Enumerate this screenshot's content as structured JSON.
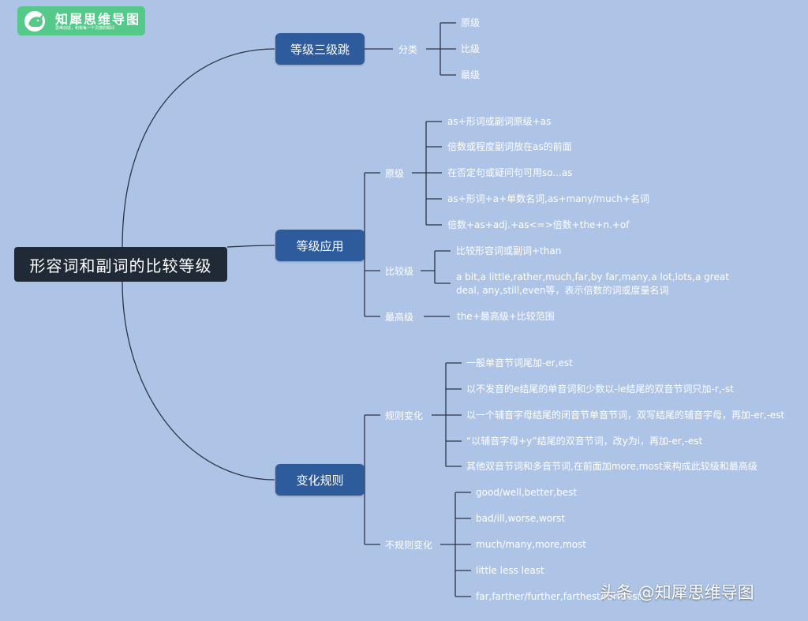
{
  "logo": {
    "title": "知犀思维导图",
    "slogan": "思维创造，积累每一个灵感的瞬间"
  },
  "root": "形容词和副词的比较等级",
  "branches": [
    {
      "label": "等级三级跳",
      "children": [
        {
          "label": "分类",
          "leaves": [
            "原级",
            "比级",
            "最级"
          ]
        }
      ]
    },
    {
      "label": "等级应用",
      "children": [
        {
          "label": "原级",
          "leaves": [
            "as+形词或副词原级+as",
            "倍数或程度副词放在as的前面",
            "在否定句或疑问句可用so...as",
            "as+形词+a+单数名词,as+many/much+名词",
            "倍数+as+adj.+as<=>倍数+the+n.+of"
          ]
        },
        {
          "label": "比较级",
          "leaves": [
            "比较形容词或副词+than",
            "a bit,a little,rather,much,far,by far,many,a lot,lots,a great deal, any,still,even等，表示倍数的词或度量名词"
          ]
        },
        {
          "label": "最高级",
          "leaves": [
            "the+最高级+比较范围"
          ]
        }
      ]
    },
    {
      "label": "变化规则",
      "children": [
        {
          "label": "规则变化",
          "leaves": [
            "一般单音节词尾加-er,est",
            "以不发音的e结尾的单音词和少数以-le结尾的双音节词只加-r,-st",
            "以一个辅音字母结尾的闭音节单音节词，双写结尾的辅音字母，再加-er,-est",
            "“以辅音字母+y”结尾的双音节词，改y为i，再加-er,-est",
            "其他双音节词和多音节词,在前面加more,most来构成此较级和最高级"
          ]
        },
        {
          "label": "不规则变化",
          "leaves": [
            "good/well,better,best",
            "bad/ill,worse,worst",
            "much/many,more,most",
            "little less least",
            "far,farther/further,farthest/furthest"
          ]
        }
      ]
    }
  ],
  "watermark": "头条 @知犀思维导图",
  "colors": {
    "background": "#aec4e6",
    "root": "#1f2a36",
    "main_node": "#2d5b9b",
    "line": "#2b3542",
    "logo": "#55c98a"
  }
}
